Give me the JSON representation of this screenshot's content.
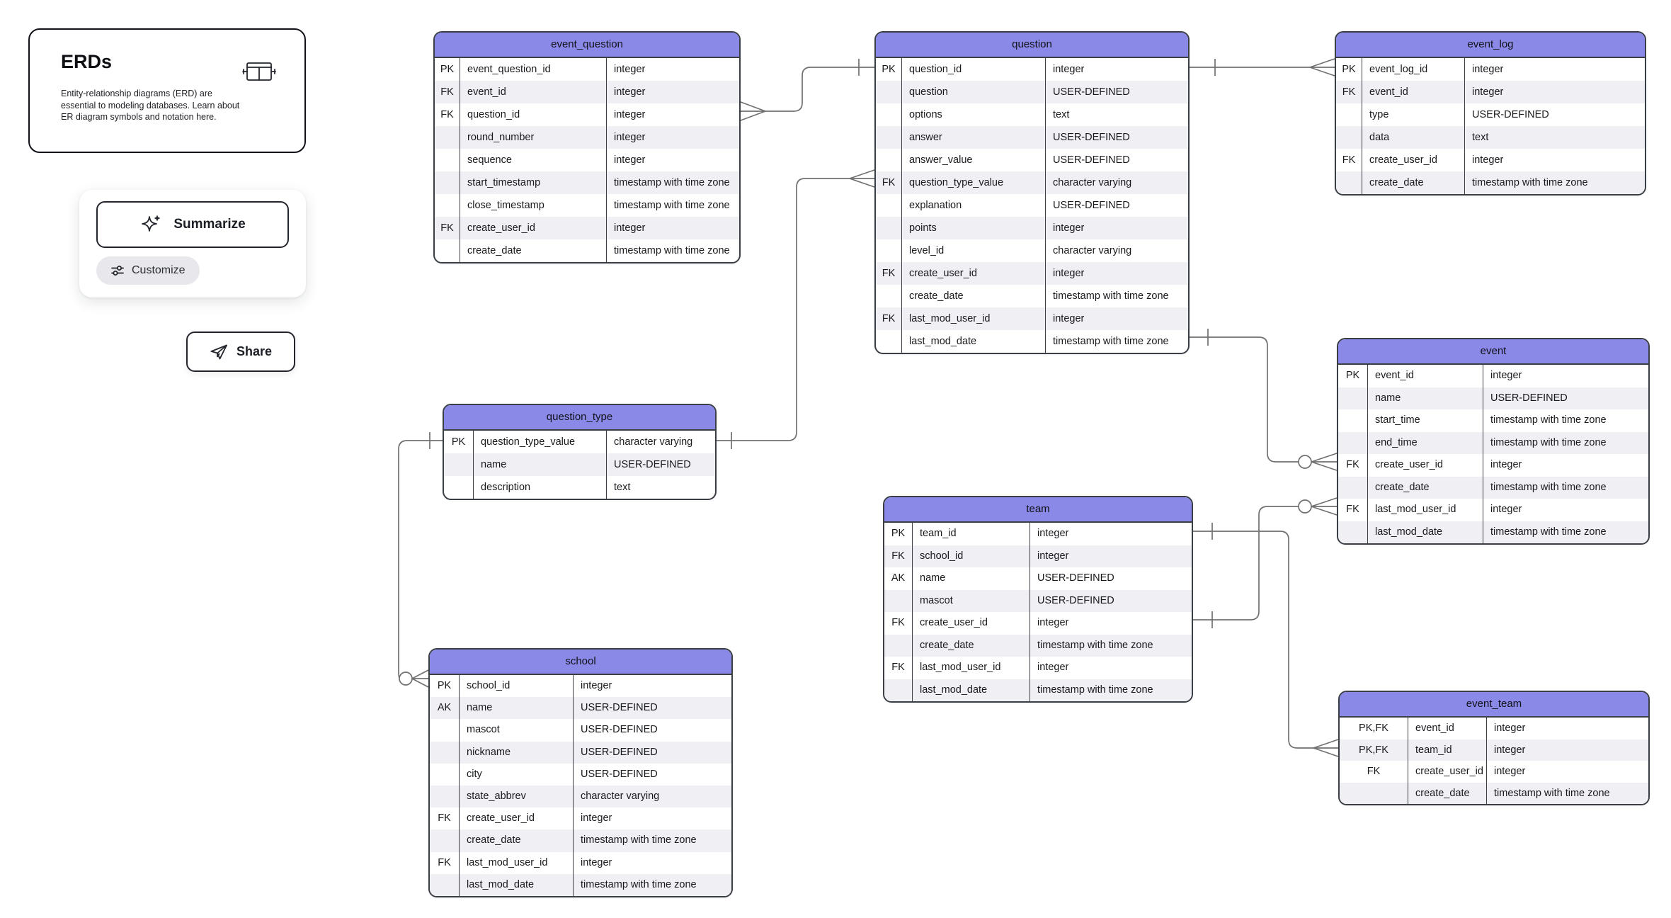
{
  "panel": {
    "title": "ERDs",
    "description": "Entity-relationship diagrams (ERD) are essential to modeling databases. Learn about ER diagram symbols and notation here."
  },
  "actions": {
    "summarize": "Summarize",
    "customize": "Customize",
    "share": "Share"
  },
  "colors": {
    "table_header": "#8b89e8",
    "row_alt": "#f0f0f4",
    "table_border": "#3a3e45",
    "connector_line": "#707070"
  },
  "tables": {
    "event_question": {
      "title": "event_question",
      "fields": [
        {
          "key": "PK",
          "name": "event_question_id",
          "type": "integer"
        },
        {
          "key": "FK",
          "name": "event_id",
          "type": "integer"
        },
        {
          "key": "FK",
          "name": "question_id",
          "type": "integer"
        },
        {
          "key": "",
          "name": "round_number",
          "type": "integer"
        },
        {
          "key": "",
          "name": "sequence",
          "type": "integer"
        },
        {
          "key": "",
          "name": "start_timestamp",
          "type": "timestamp with time zone"
        },
        {
          "key": "",
          "name": "close_timestamp",
          "type": "timestamp with time zone"
        },
        {
          "key": "FK",
          "name": "create_user_id",
          "type": "integer"
        },
        {
          "key": "",
          "name": "create_date",
          "type": "timestamp with time zone"
        }
      ]
    },
    "question": {
      "title": "question",
      "fields": [
        {
          "key": "PK",
          "name": "question_id",
          "type": "integer"
        },
        {
          "key": "",
          "name": "question",
          "type": "USER-DEFINED"
        },
        {
          "key": "",
          "name": "options",
          "type": "text"
        },
        {
          "key": "",
          "name": "answer",
          "type": "USER-DEFINED"
        },
        {
          "key": "",
          "name": "answer_value",
          "type": "USER-DEFINED"
        },
        {
          "key": "FK",
          "name": "question_type_value",
          "type": "character varying"
        },
        {
          "key": "",
          "name": "explanation",
          "type": "USER-DEFINED"
        },
        {
          "key": "",
          "name": "points",
          "type": "integer"
        },
        {
          "key": "",
          "name": "level_id",
          "type": "character varying"
        },
        {
          "key": "FK",
          "name": "create_user_id",
          "type": "integer"
        },
        {
          "key": "",
          "name": "create_date",
          "type": "timestamp with time zone"
        },
        {
          "key": "FK",
          "name": "last_mod_user_id",
          "type": "integer"
        },
        {
          "key": "",
          "name": "last_mod_date",
          "type": "timestamp with time zone"
        }
      ]
    },
    "event_log": {
      "title": "event_log",
      "fields": [
        {
          "key": "PK",
          "name": "event_log_id",
          "type": "integer"
        },
        {
          "key": "FK",
          "name": "event_id",
          "type": "integer"
        },
        {
          "key": "",
          "name": "type",
          "type": "USER-DEFINED"
        },
        {
          "key": "",
          "name": "data",
          "type": "text"
        },
        {
          "key": "FK",
          "name": "create_user_id",
          "type": "integer"
        },
        {
          "key": "",
          "name": "create_date",
          "type": "timestamp with time zone"
        }
      ]
    },
    "question_type": {
      "title": "question_type",
      "fields": [
        {
          "key": "PK",
          "name": "question_type_value",
          "type": "character varying"
        },
        {
          "key": "",
          "name": "name",
          "type": "USER-DEFINED"
        },
        {
          "key": "",
          "name": "description",
          "type": "text"
        }
      ]
    },
    "school": {
      "title": "school",
      "fields": [
        {
          "key": "PK",
          "name": "school_id",
          "type": "integer"
        },
        {
          "key": "AK",
          "name": "name",
          "type": "USER-DEFINED"
        },
        {
          "key": "",
          "name": "mascot",
          "type": "USER-DEFINED"
        },
        {
          "key": "",
          "name": "nickname",
          "type": "USER-DEFINED"
        },
        {
          "key": "",
          "name": "city",
          "type": "USER-DEFINED"
        },
        {
          "key": "",
          "name": "state_abbrev",
          "type": "character varying"
        },
        {
          "key": "FK",
          "name": "create_user_id",
          "type": "integer"
        },
        {
          "key": "",
          "name": "create_date",
          "type": "timestamp with time zone"
        },
        {
          "key": "FK",
          "name": "last_mod_user_id",
          "type": "integer"
        },
        {
          "key": "",
          "name": "last_mod_date",
          "type": "timestamp with time zone"
        }
      ]
    },
    "team": {
      "title": "team",
      "fields": [
        {
          "key": "PK",
          "name": "team_id",
          "type": "integer"
        },
        {
          "key": "FK",
          "name": "school_id",
          "type": "integer"
        },
        {
          "key": "AK",
          "name": "name",
          "type": "USER-DEFINED"
        },
        {
          "key": "",
          "name": "mascot",
          "type": "USER-DEFINED"
        },
        {
          "key": "FK",
          "name": "create_user_id",
          "type": "integer"
        },
        {
          "key": "",
          "name": "create_date",
          "type": "timestamp with time zone"
        },
        {
          "key": "FK",
          "name": "last_mod_user_id",
          "type": "integer"
        },
        {
          "key": "",
          "name": "last_mod_date",
          "type": "timestamp with time zone"
        }
      ]
    },
    "event": {
      "title": "event",
      "fields": [
        {
          "key": "PK",
          "name": "event_id",
          "type": "integer"
        },
        {
          "key": "",
          "name": "name",
          "type": "USER-DEFINED"
        },
        {
          "key": "",
          "name": "start_time",
          "type": "timestamp with time zone"
        },
        {
          "key": "",
          "name": "end_time",
          "type": "timestamp with time zone"
        },
        {
          "key": "FK",
          "name": "create_user_id",
          "type": "integer"
        },
        {
          "key": "",
          "name": "create_date",
          "type": "timestamp with time zone"
        },
        {
          "key": "FK",
          "name": "last_mod_user_id",
          "type": "integer"
        },
        {
          "key": "",
          "name": "last_mod_date",
          "type": "timestamp with time zone"
        }
      ]
    },
    "event_team": {
      "title": "event_team",
      "fields": [
        {
          "key": "PK,FK",
          "name": "event_id",
          "type": "integer"
        },
        {
          "key": "PK,FK",
          "name": "team_id",
          "type": "integer"
        },
        {
          "key": "FK",
          "name": "create_user_id",
          "type": "integer"
        },
        {
          "key": "",
          "name": "create_date",
          "type": "timestamp with time zone"
        }
      ]
    }
  },
  "relationships": [
    {
      "from": "question",
      "to": "event_question",
      "from_end": "one",
      "to_end": "many"
    },
    {
      "from": "question_type",
      "to": "question",
      "from_end": "one",
      "to_end": "many"
    },
    {
      "from": "question",
      "to": "event_log",
      "from_end": "one",
      "to_end": "many"
    },
    {
      "from": "question",
      "to": "event",
      "from_end": "one",
      "to_end": "zero-or-many"
    },
    {
      "from": "team",
      "to": "event_team",
      "from_end": "one",
      "to_end": "many"
    },
    {
      "from": "team",
      "to": "event",
      "from_end": "one",
      "to_end": "zero-or-many"
    },
    {
      "from": "question_type",
      "to": "school",
      "from_end": "one",
      "to_end": "zero-or-many"
    }
  ]
}
